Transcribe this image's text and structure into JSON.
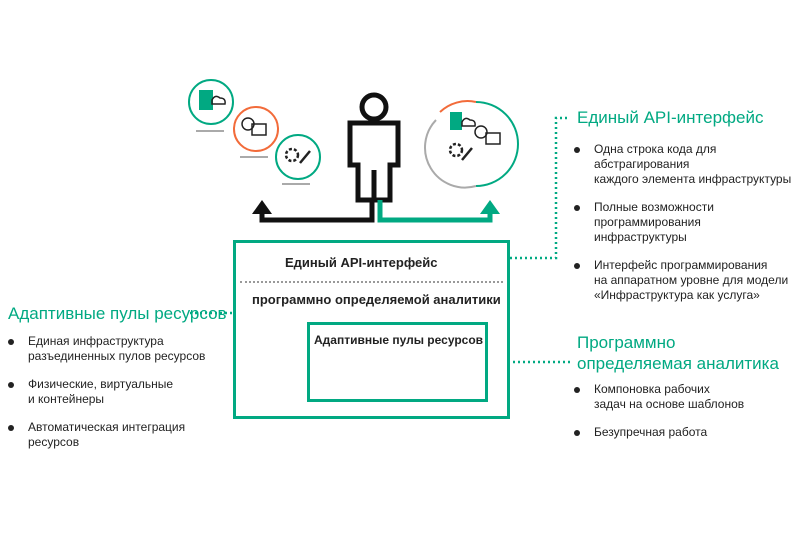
{
  "box": {
    "title": "Единый API-интерфейс",
    "subtitle": "программно определяемой аналитики",
    "inner_title": "Адаптивные пулы ресурсов"
  },
  "left": {
    "title": "Адаптивные пулы ресурсов",
    "items": [
      {
        "line1": "Единая инфраструктура",
        "line2": "разъединенных пулов ресурсов"
      },
      {
        "line1": "Физические, виртуальные",
        "line2": "и контейнеры"
      },
      {
        "line1": "Автоматическая интеграция",
        "line2": "ресурсов"
      }
    ]
  },
  "right_top": {
    "title": "Единый API-интерфейс",
    "items": [
      {
        "line1": "Одна строка кода для",
        "line2": "абстрагирования",
        "line3": "каждого элемента инфраструктуры"
      },
      {
        "line1": "Полные возможности",
        "line2": "программирования инфраструктуры"
      },
      {
        "line1": "Интерфейс программирования",
        "line2": "на аппаратном уровне для модели",
        "line3": "«Инфраструктура как услуга»"
      }
    ]
  },
  "right_bottom": {
    "title_line1": "Программно",
    "title_line2": "определяемая аналитика",
    "items": [
      {
        "line1": "Компоновка рабочих",
        "line2": "задач на основе шаблонов"
      },
      {
        "line1": "Безупречная работа"
      }
    ]
  },
  "colors": {
    "accent": "#01a982",
    "orange": "#f26b3a",
    "gray": "#888888",
    "dark": "#222222"
  },
  "icons": [
    "person-icon",
    "cloud-icon",
    "code-icon",
    "gear-icon",
    "wrench-icon",
    "monitor-icon",
    "network-icon",
    "storage-icon",
    "chip-icon"
  ]
}
